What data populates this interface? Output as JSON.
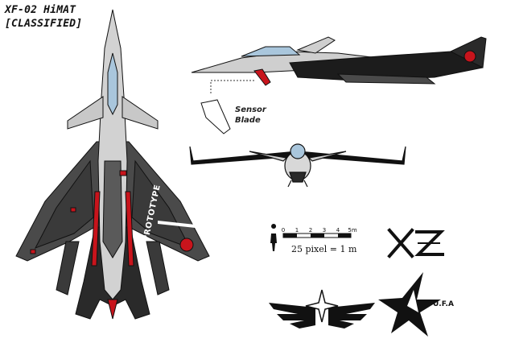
{
  "title": {
    "line1": "XF-02 HiMAT",
    "line2": "[CLASSIFIED]"
  },
  "top_view": {
    "side_text": "PROTOTYPE"
  },
  "sensor": {
    "line1": "Sensor",
    "line2": "Blade"
  },
  "scale": {
    "ticks": [
      "0",
      "1",
      "2",
      "3",
      "4",
      "5m"
    ],
    "caption": "25 pixel = 1 m"
  },
  "ufa_logo": {
    "text": "U.F.A"
  },
  "colors": {
    "hull_light": "#cfcfcf",
    "hull_dark": "#4a4a4a",
    "hull_black": "#1c1c1c",
    "accent_red": "#c8141c",
    "canopy": "#a9c6dc"
  }
}
